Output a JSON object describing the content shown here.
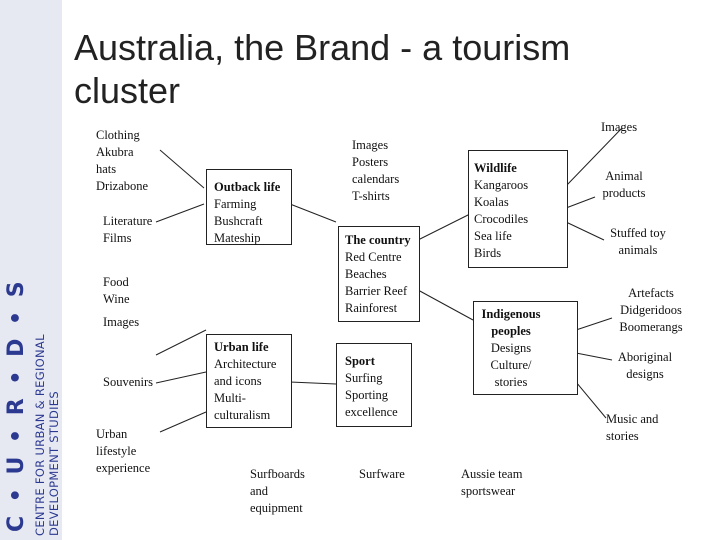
{
  "title": "Australia, the Brand - a tourism cluster",
  "logo": {
    "mark": "C • U • R • D • S",
    "line1": "CENTRE FOR URBAN & REGIONAL",
    "line2": "DEVELOPMENT STUDIES"
  },
  "left_column": {
    "clothing": [
      "Clothing",
      "Akubra",
      "hats",
      "Drizabone"
    ],
    "literature": [
      "Literature",
      "Films"
    ],
    "food": [
      "Food",
      "Wine"
    ],
    "images": [
      "Images"
    ],
    "souvenirs": [
      "Souvenirs"
    ],
    "urban_lifestyle": [
      "Urban",
      "lifestyle",
      "experience"
    ]
  },
  "center_left": {
    "outback": {
      "heading": "Outback life",
      "items": [
        "Farming",
        "Bushcraft",
        "Mateship"
      ]
    },
    "urban": {
      "heading": "Urban life",
      "items": [
        "Architecture",
        "and icons",
        "Multi-",
        "culturalism"
      ]
    },
    "surfboards": [
      "Surfboards",
      "and",
      "equipment"
    ]
  },
  "center": {
    "images_list": [
      "Images",
      "Posters",
      "calendars",
      "T-shirts"
    ],
    "country": {
      "heading": "The country",
      "items": [
        "Red Centre",
        "Beaches",
        "Barrier Reef",
        "Rainforest"
      ]
    },
    "sport": {
      "heading": "Sport",
      "items": [
        "Surfing",
        "Sporting",
        "excellence"
      ]
    },
    "surfware": [
      "Surfware"
    ]
  },
  "center_right": {
    "wildlife": {
      "heading": "Wildlife",
      "items": [
        "Kangaroos",
        "Koalas",
        "Crocodiles",
        "Sea life",
        "Birds"
      ]
    },
    "indigenous": {
      "heading": "Indigenous",
      "heading2": "peoples",
      "items": [
        "Designs",
        "Culture/",
        "stories"
      ]
    },
    "aussie_team": [
      "Aussie team",
      "sportswear"
    ]
  },
  "right_column": {
    "images": [
      "Images"
    ],
    "animal_products": [
      "Animal",
      "products"
    ],
    "stuffed_toy": [
      "Stuffed toy",
      "animals"
    ],
    "artefacts": [
      "Artefacts",
      "Didgeridoos",
      "Boomerangs"
    ],
    "aboriginal_designs": [
      "Aboriginal",
      "designs"
    ],
    "music_stories": [
      "Music and",
      "stories"
    ]
  }
}
